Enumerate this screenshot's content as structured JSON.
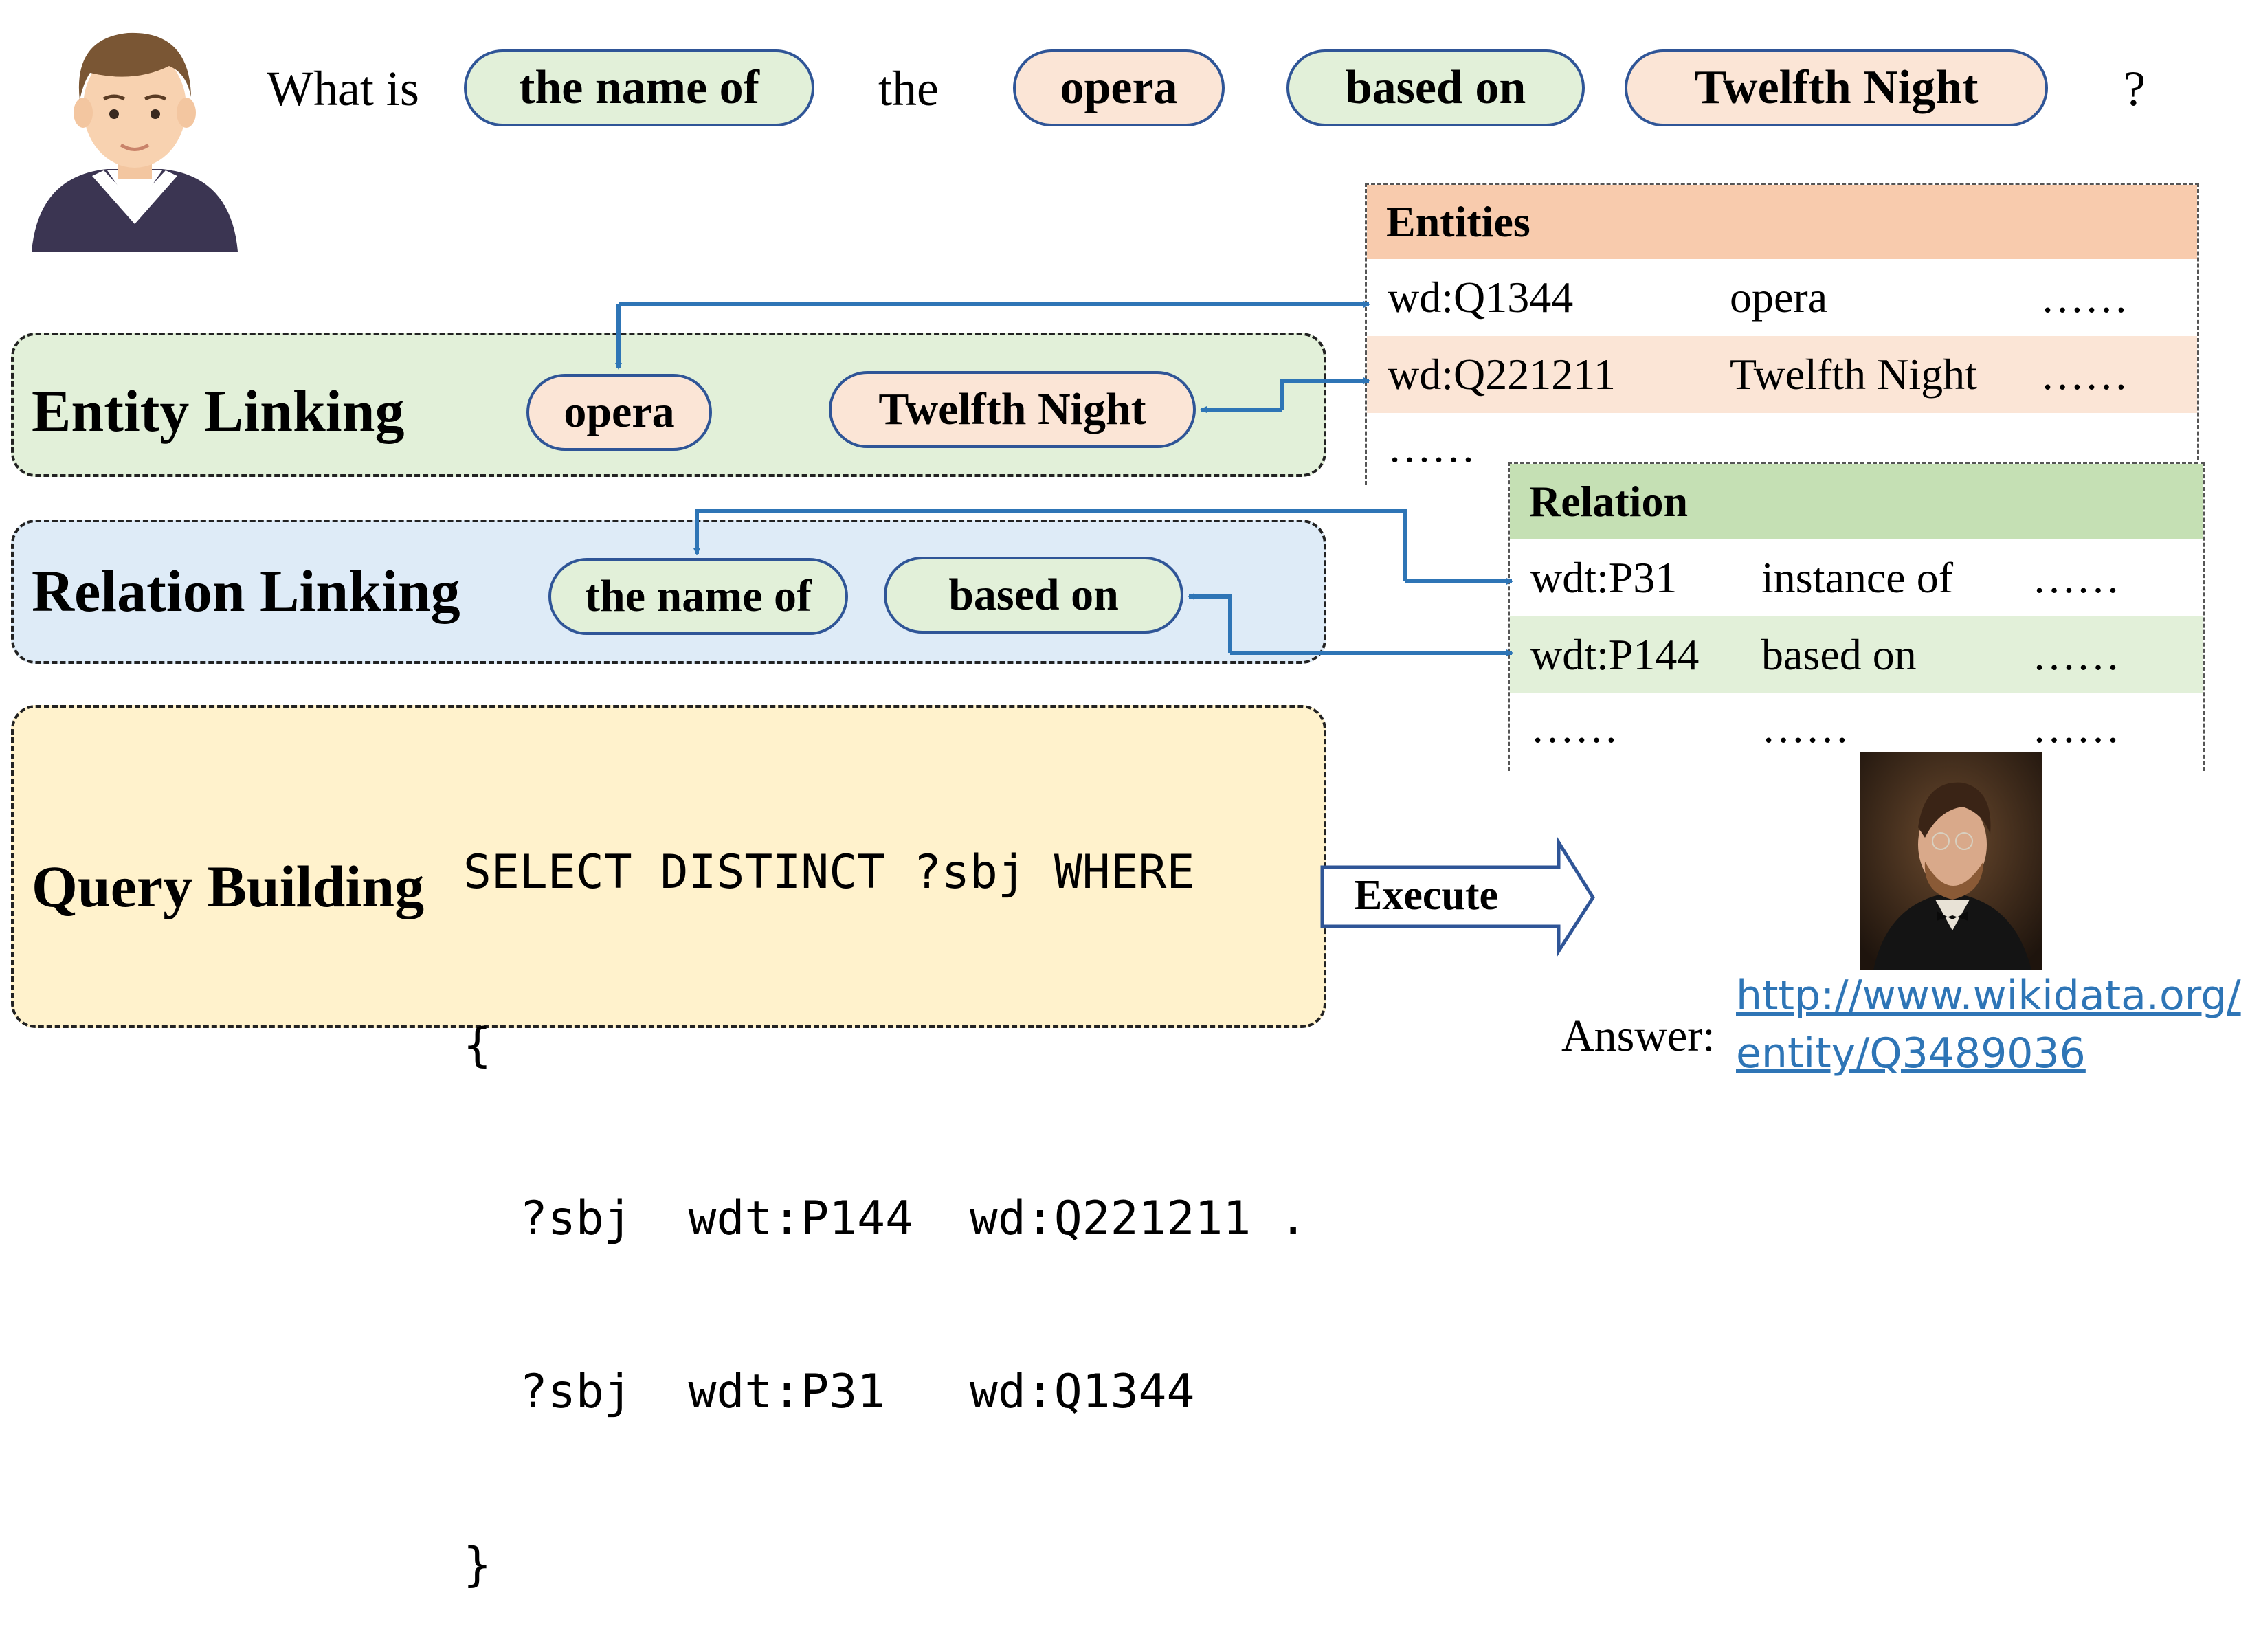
{
  "question": {
    "parts": [
      "What is",
      "the name of",
      "the",
      "opera",
      "based on",
      "Twelfth Night",
      "?"
    ]
  },
  "sections": {
    "entity_linking": {
      "title": "Entity Linking",
      "mentions": [
        "opera",
        "Twelfth Night"
      ]
    },
    "relation_linking": {
      "title": "Relation Linking",
      "mentions": [
        "the name of",
        "based on"
      ]
    },
    "query_building": {
      "title": "Query Building",
      "lines": [
        "SELECT DISTINCT ?sbj WHERE",
        "{",
        "  ?sbj  wdt:P144  wd:Q221211 .",
        "  ?sbj  wdt:P31   wd:Q1344",
        "}"
      ]
    }
  },
  "entities_table": {
    "header": "Entities",
    "rows": [
      [
        "wd:Q1344",
        "opera",
        "……"
      ],
      [
        "wd:Q221211",
        "Twelfth Night",
        "……"
      ],
      [
        "……",
        "",
        ""
      ]
    ]
  },
  "relation_table": {
    "header": "Relation",
    "rows": [
      [
        "wdt:P31",
        "instance of",
        "……"
      ],
      [
        "wdt:P144",
        "based on",
        "……"
      ],
      [
        "……",
        "……",
        "……"
      ]
    ]
  },
  "execute_label": "Execute",
  "answer": {
    "label": "Answer:",
    "link_line1": "http://www.wikidata.org/",
    "link_line2": "entity/Q3489036"
  },
  "colors": {
    "green": "#e2f0d9",
    "peach": "#fbe5d6",
    "blue_panel": "#deebf7",
    "yellow_panel": "#fff2cc",
    "entities_header": "#f8cbad",
    "relation_header": "#c5e0b4",
    "arrow": "#2e75b6",
    "pill_border": "#2f5597"
  }
}
